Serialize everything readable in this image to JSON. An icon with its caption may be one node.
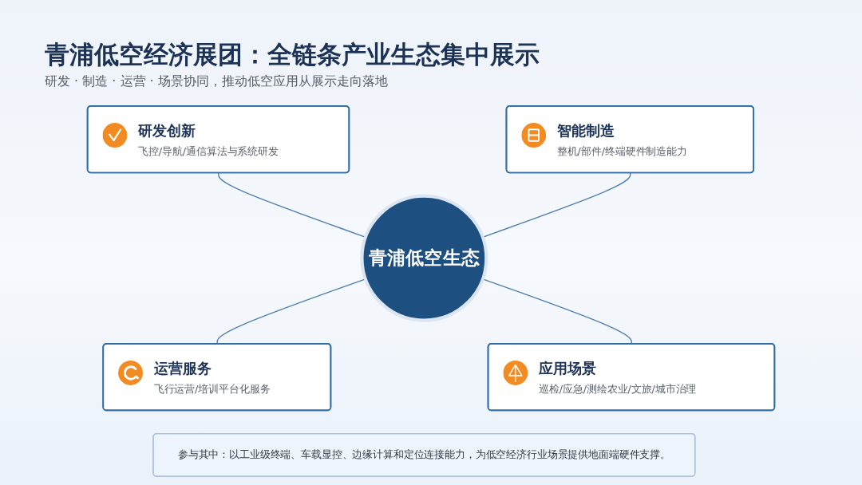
{
  "diagram": {
    "title": "青浦低空经济展团：全链条产业生态集中展示",
    "nodes": [
      {
        "text": [
          "研发创新",
          "飞控/导航/通信算法与系统研发"
        ]
      },
      {
        "text": [
          "智能制造",
          "整机/部件/终端硬件制造能力"
        ]
      },
      {
        "text": [
          "青浦低空生态"
        ]
      },
      {
        "text": [
          "运营服务",
          "飞行运营/培训平台化服务"
        ]
      },
      {
        "text": [
          "应用场景",
          "巡检/应急/测绘农业/文旅/城市治理"
        ]
      },
      {
        "text": [
          "参与其中：以工业级终端、车载显控、边缘计算和定位连接能力，为低空经济行业场景提供地面端硬件支撑。"
        ]
      }
    ],
    "edges": [
      {
        "from": 0,
        "to": 2,
        "arrow": "none"
      },
      {
        "from": 1,
        "to": 2,
        "arrow": "none"
      },
      {
        "from": 2,
        "to": 3,
        "arrow": "none"
      },
      {
        "from": 2,
        "to": 4,
        "arrow": "none"
      }
    ],
    "labels": [
      "研发 · 制造 · 运营 · 场景协同，推动低空应用从展示走向落地"
    ]
  }
}
